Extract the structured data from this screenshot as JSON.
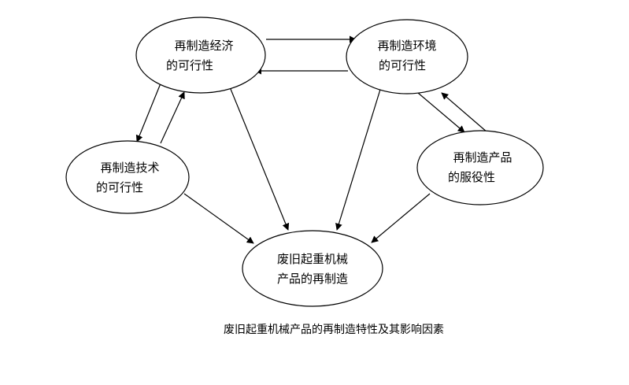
{
  "diagram": {
    "caption": "废旧起重机械产品的再制造特性及其影响因素",
    "nodes": {
      "economic": {
        "line1": "再制造经济",
        "line2": "的可行性"
      },
      "environment": {
        "line1": "再制造环境",
        "line2": "的可行性"
      },
      "technical": {
        "line1": "再制造技术",
        "line2": "的可行性"
      },
      "service": {
        "line1": "再制造产品",
        "line2": "的服役性"
      },
      "center": {
        "line1": "废旧起重机械",
        "line2": "产品的再制造"
      }
    },
    "edges": [
      {
        "from": "economic",
        "to": "environment"
      },
      {
        "from": "environment",
        "to": "economic"
      },
      {
        "from": "economic",
        "to": "technical"
      },
      {
        "from": "technical",
        "to": "economic"
      },
      {
        "from": "environment",
        "to": "service"
      },
      {
        "from": "service",
        "to": "environment"
      },
      {
        "from": "economic",
        "to": "center"
      },
      {
        "from": "environment",
        "to": "center"
      },
      {
        "from": "technical",
        "to": "center"
      },
      {
        "from": "service",
        "to": "center"
      }
    ]
  }
}
